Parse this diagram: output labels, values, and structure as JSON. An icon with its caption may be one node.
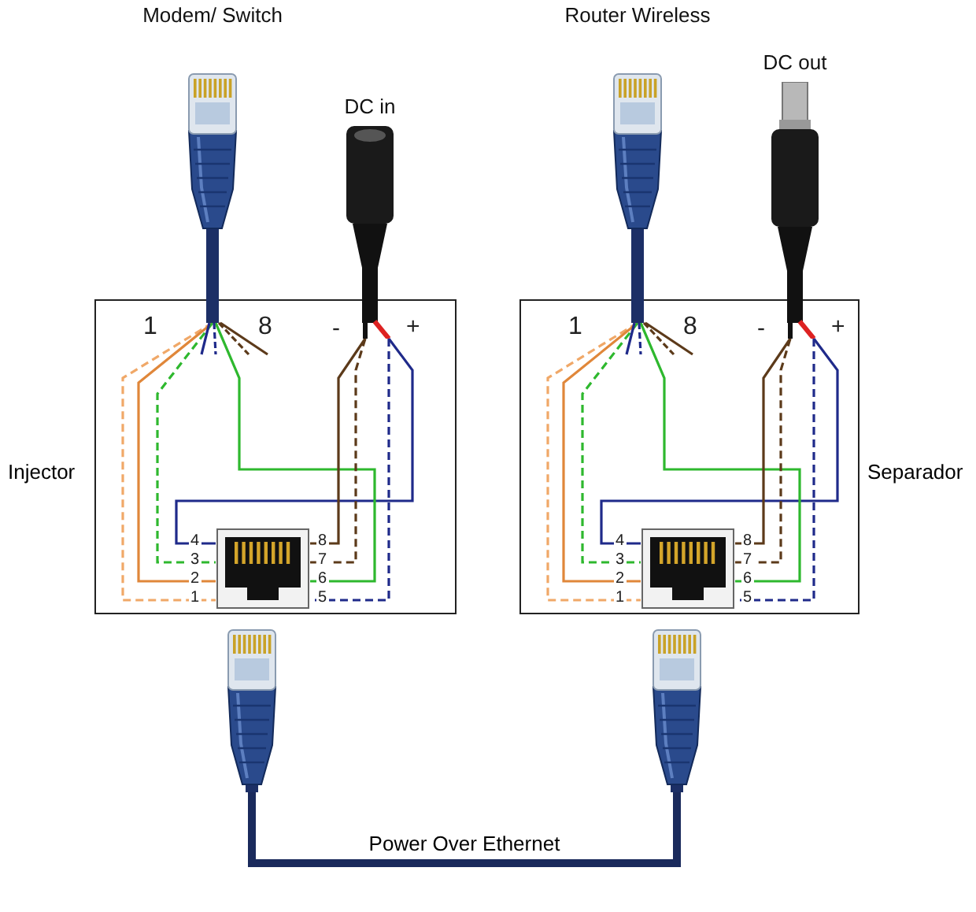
{
  "diagram": {
    "nodes": [
      {
        "text": [
          "Injector"
        ]
      },
      {
        "text": [
          "Modem/ Switch"
        ]
      },
      {
        "text": [
          "DC in"
        ]
      },
      {
        "text": [],
        "shape": "picture",
        "in": 0
      },
      {
        "text": [
          "Separador"
        ]
      },
      {
        "text": [
          "Router Wireless"
        ]
      },
      {
        "text": [
          "DC out"
        ]
      },
      {
        "text": [],
        "shape": "picture",
        "in": 4
      },
      {
        "text": [],
        "shape": "picture"
      },
      {
        "text": [],
        "shape": "picture"
      }
    ],
    "edges": [
      {
        "from": 1,
        "to": 3,
        "arrow": "none",
        "style": "dashed",
        "color": "#f0a868"
      },
      {
        "from": 1,
        "to": 3,
        "arrow": "none",
        "color": "#e0873a"
      },
      {
        "from": 1,
        "to": 3,
        "arrow": "none",
        "style": "dashed",
        "color": "#2eb82e"
      },
      {
        "from": 2,
        "to": 3,
        "arrow": "none",
        "color": "#1f2a8a"
      },
      {
        "from": 2,
        "to": 3,
        "arrow": "none",
        "style": "dashed",
        "color": "#1f2a8a"
      },
      {
        "from": 1,
        "to": 3,
        "arrow": "none",
        "color": "#2eb82e"
      },
      {
        "from": 2,
        "to": 3,
        "arrow": "none",
        "style": "dashed",
        "color": "#5c3a1a"
      },
      {
        "from": 2,
        "to": 3,
        "arrow": "none",
        "color": "#5c3a1a"
      },
      {
        "from": 5,
        "to": 7,
        "arrow": "none",
        "style": "dashed",
        "color": "#f0a868"
      },
      {
        "from": 5,
        "to": 7,
        "arrow": "none",
        "color": "#e0873a"
      },
      {
        "from": 5,
        "to": 7,
        "arrow": "none",
        "style": "dashed",
        "color": "#2eb82e"
      },
      {
        "from": 6,
        "to": 7,
        "arrow": "none",
        "color": "#1f2a8a"
      },
      {
        "from": 6,
        "to": 7,
        "arrow": "none",
        "style": "dashed",
        "color": "#1f2a8a"
      },
      {
        "from": 5,
        "to": 7,
        "arrow": "none",
        "color": "#2eb82e"
      },
      {
        "from": 6,
        "to": 7,
        "arrow": "none",
        "style": "dashed",
        "color": "#5c3a1a"
      },
      {
        "from": 6,
        "to": 7,
        "arrow": "none",
        "color": "#5c3a1a"
      },
      {
        "from": 8,
        "to": 9,
        "arrow": "none",
        "label": "Power Over Ethernet",
        "style": "thick",
        "color": "#1a2a5c"
      }
    ],
    "labels": [
      "1",
      "8",
      "-",
      "+",
      "4",
      "3",
      "2",
      "1",
      "8",
      "7",
      "6",
      "5",
      "1",
      "8",
      "-",
      "+",
      "4",
      "3",
      "2",
      "1",
      "8",
      "7",
      "6",
      "5"
    ]
  }
}
